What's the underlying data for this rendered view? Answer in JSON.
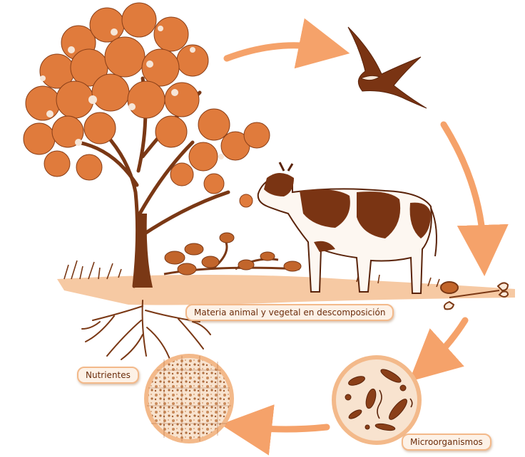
{
  "labels": {
    "decomposing_matter": "Materia animal y vegetal en descomposición",
    "nutrients": "Nutrientes",
    "microorganisms": "Microorganismos"
  },
  "colors": {
    "arrow": "#f5a26a",
    "ground": "#f6c9a3",
    "foliage": "#e07b3c",
    "trunk": "#7a3815",
    "cow_patches": "#7a3413",
    "label_border": "#f3b98a",
    "label_text": "#6b2d0c"
  },
  "icons": [
    "tree-icon",
    "bird-icon",
    "cow-icon",
    "bones-icon",
    "microorganisms-circle",
    "nutrients-circle",
    "roots-icon"
  ]
}
